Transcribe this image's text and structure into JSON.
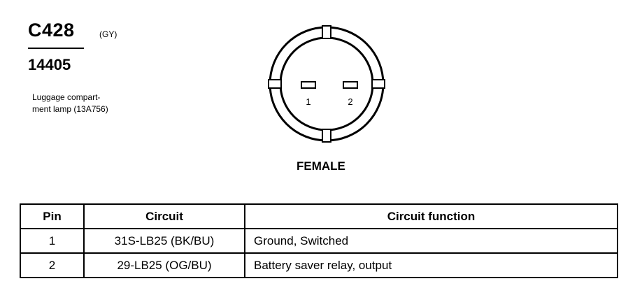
{
  "connector": {
    "id": "C428",
    "color_code": "(GY)",
    "part_number": "14405",
    "description_line1": "Luggage compart-",
    "description_line2": "ment lamp (13A756)"
  },
  "diagram": {
    "pin_labels": [
      "1",
      "2"
    ],
    "view_label": "FEMALE"
  },
  "table": {
    "headers": [
      "Pin",
      "Circuit",
      "Circuit function"
    ],
    "rows": [
      {
        "pin": "1",
        "circuit": "31S-LB25 (BK/BU)",
        "function": "Ground, Switched"
      },
      {
        "pin": "2",
        "circuit": "29-LB25 (OG/BU)",
        "function": "Battery saver relay, output"
      }
    ]
  }
}
